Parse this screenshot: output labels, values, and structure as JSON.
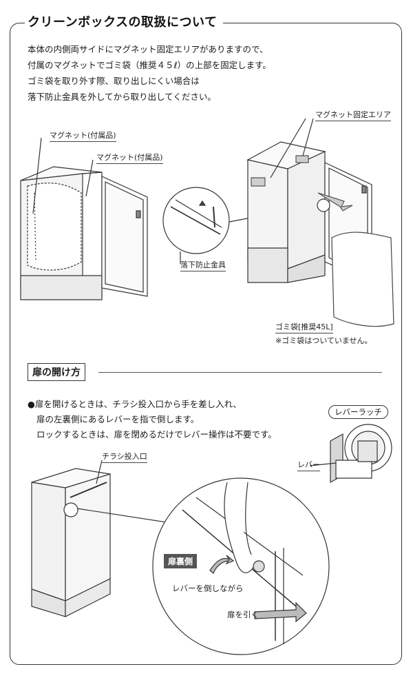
{
  "title": "クリーンボックスの取扱について",
  "intro": [
    "本体の内側両サイドにマグネット固定エリアがありますので、",
    "付属のマグネットでゴミ袋（推奨４５ℓ）の上部を固定します。",
    "ゴミ袋を取り外す際、取り出しにくい場合は",
    "落下防止金具を外してから取り出してください。"
  ],
  "fig1": {
    "magnet_label_1": "マグネット(付属品)",
    "magnet_label_2": "マグネット(付属品)",
    "fall_guard_label": "落下防止金具",
    "magnet_area_label": "マグネット固定エリア",
    "bag_label": "ゴミ袋[推奨45L]",
    "bag_note": "※ゴミ袋はついていません。"
  },
  "section2": {
    "heading": "扉の開け方",
    "lines": [
      "●扉を開けるときは、チラシ投入口から手を差し入れ、",
      "扉の左裏側にあるレバーを指で倒します。",
      "ロックするときは、扉を閉めるだけでレバー操作は不要です。"
    ],
    "latch_pill": "レバーラッチ",
    "lever_label": "レバー",
    "slot_label": "チラシ投入口",
    "door_back_tag": "扉裏側",
    "push_lever_label": "レバーを倒しながら",
    "pull_door_label": "扉を引く"
  }
}
